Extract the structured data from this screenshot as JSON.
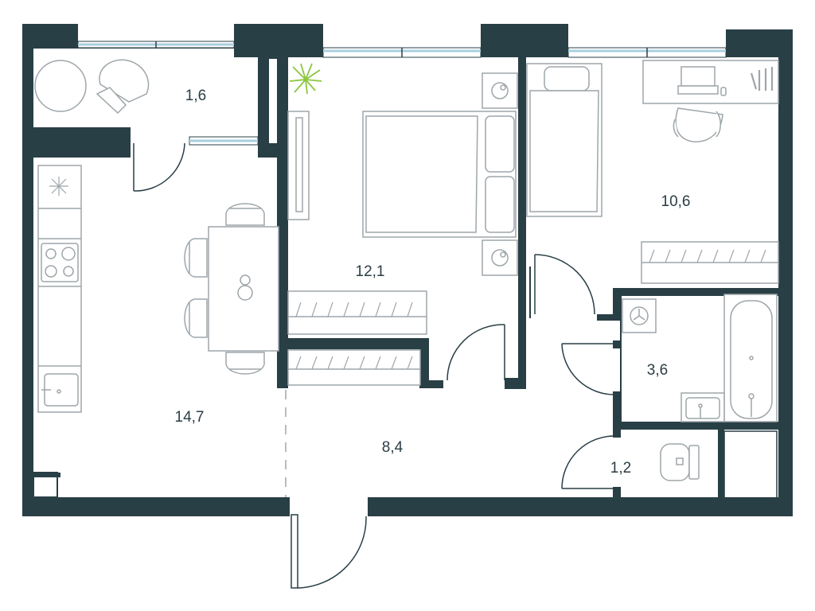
{
  "colors": {
    "wall": "#293f46",
    "fixture": "#9ea6aa",
    "window_glass": "#a9cfe0",
    "plant": "#8cc63f"
  },
  "rooms": {
    "balcony": {
      "area": "1,6"
    },
    "kitchen_living": {
      "area": "14,7"
    },
    "bedroom": {
      "area": "12,1"
    },
    "second_bedroom": {
      "area": "10,6"
    },
    "bathroom": {
      "area": "3,6"
    },
    "hallway": {
      "area": "8,4"
    },
    "toilet": {
      "area": "1,2"
    }
  },
  "icons": [
    "chair-icon",
    "round-table-icon",
    "bed-icon",
    "nightstand-icon",
    "desk-icon",
    "laptop-icon",
    "plant-icon",
    "stove-icon",
    "sink-icon",
    "bathtub-icon",
    "toilet-icon",
    "washing-machine-icon",
    "wardrobe-icon",
    "door-swing-icon"
  ]
}
